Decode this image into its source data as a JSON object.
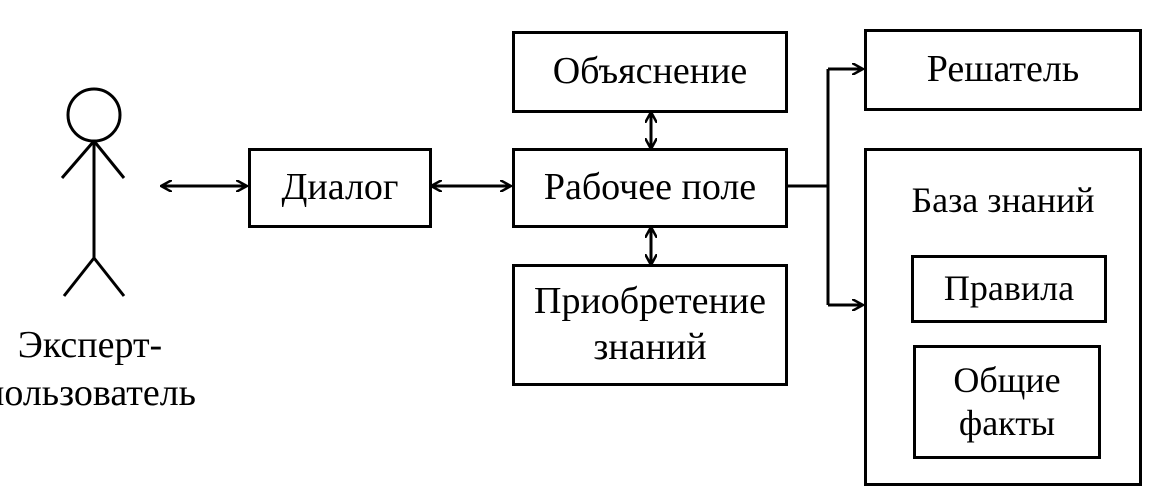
{
  "actor": {
    "line1": "Эксперт-",
    "line2": "пользователь"
  },
  "boxes": {
    "dialog": "Диалог",
    "explanation": "Объяснение",
    "workspace": "Рабочее поле",
    "acquisition_line1": "Приобретение",
    "acquisition_line2": "знаний",
    "solver": "Решатель",
    "knowledge_base": "База знаний",
    "rules": "Правила",
    "facts_line1": "Общие",
    "facts_line2": "факты"
  }
}
